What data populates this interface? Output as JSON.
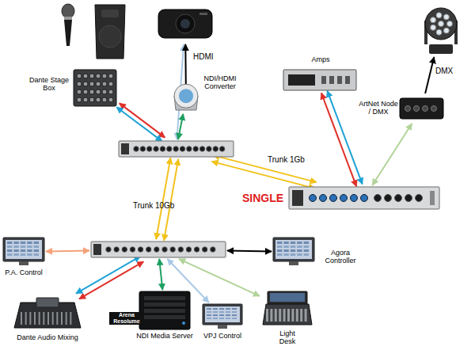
{
  "diagram": {
    "nodes": [
      {
        "text": []
      },
      {
        "text": [
          "Dante Stage Box"
        ]
      },
      {
        "text": [
          "NDI/HDMI Converter"
        ]
      },
      {
        "text": [
          "Amps"
        ]
      },
      {
        "text": []
      },
      {
        "text": [
          "ArtNet Node / DMX"
        ]
      },
      {
        "text": []
      },
      {
        "text": [
          "SINGLE"
        ]
      },
      {
        "text": []
      },
      {
        "text": [
          "P.A. Control"
        ]
      },
      {
        "text": [
          "Agora Controller"
        ]
      },
      {
        "text": [
          "Dante Audio Mixing"
        ]
      },
      {
        "text": [
          "Arena Resolume",
          "NDI Media Server"
        ]
      },
      {
        "text": [
          "VPJ Control"
        ]
      },
      {
        "text": [
          "Light Desk"
        ]
      }
    ],
    "edges": [
      {
        "from": 1,
        "to": 6,
        "arrow": "both"
      },
      {
        "from": 1,
        "to": 6,
        "arrow": "both"
      },
      {
        "from": 0,
        "to": 6,
        "arrow": "both"
      },
      {
        "from": 2,
        "to": 6,
        "arrow": "both"
      },
      {
        "from": 2,
        "to": 0,
        "label": "HDMI",
        "arrow": "to"
      },
      {
        "from": 6,
        "to": 7,
        "label": "Trunk 1Gb",
        "arrow": "both"
      },
      {
        "from": 6,
        "to": 7,
        "arrow": "both"
      },
      {
        "from": 7,
        "to": 3,
        "arrow": "both"
      },
      {
        "from": 7,
        "to": 3,
        "arrow": "both"
      },
      {
        "from": 7,
        "to": 5,
        "arrow": "both"
      },
      {
        "from": 5,
        "to": 4,
        "label": "DMX",
        "arrow": "to"
      },
      {
        "from": 6,
        "to": 8,
        "label": "Trunk 10Gb",
        "arrow": "both"
      },
      {
        "from": 6,
        "to": 8,
        "arrow": "both"
      },
      {
        "from": 8,
        "to": 9,
        "arrow": "both"
      },
      {
        "from": 8,
        "to": 11,
        "arrow": "both"
      },
      {
        "from": 8,
        "to": 11,
        "arrow": "both"
      },
      {
        "from": 8,
        "to": 12,
        "arrow": "both"
      },
      {
        "from": 8,
        "to": 13,
        "arrow": "both"
      },
      {
        "from": 8,
        "to": 10,
        "arrow": "both"
      },
      {
        "from": 8,
        "to": 14,
        "arrow": "both"
      }
    ]
  }
}
